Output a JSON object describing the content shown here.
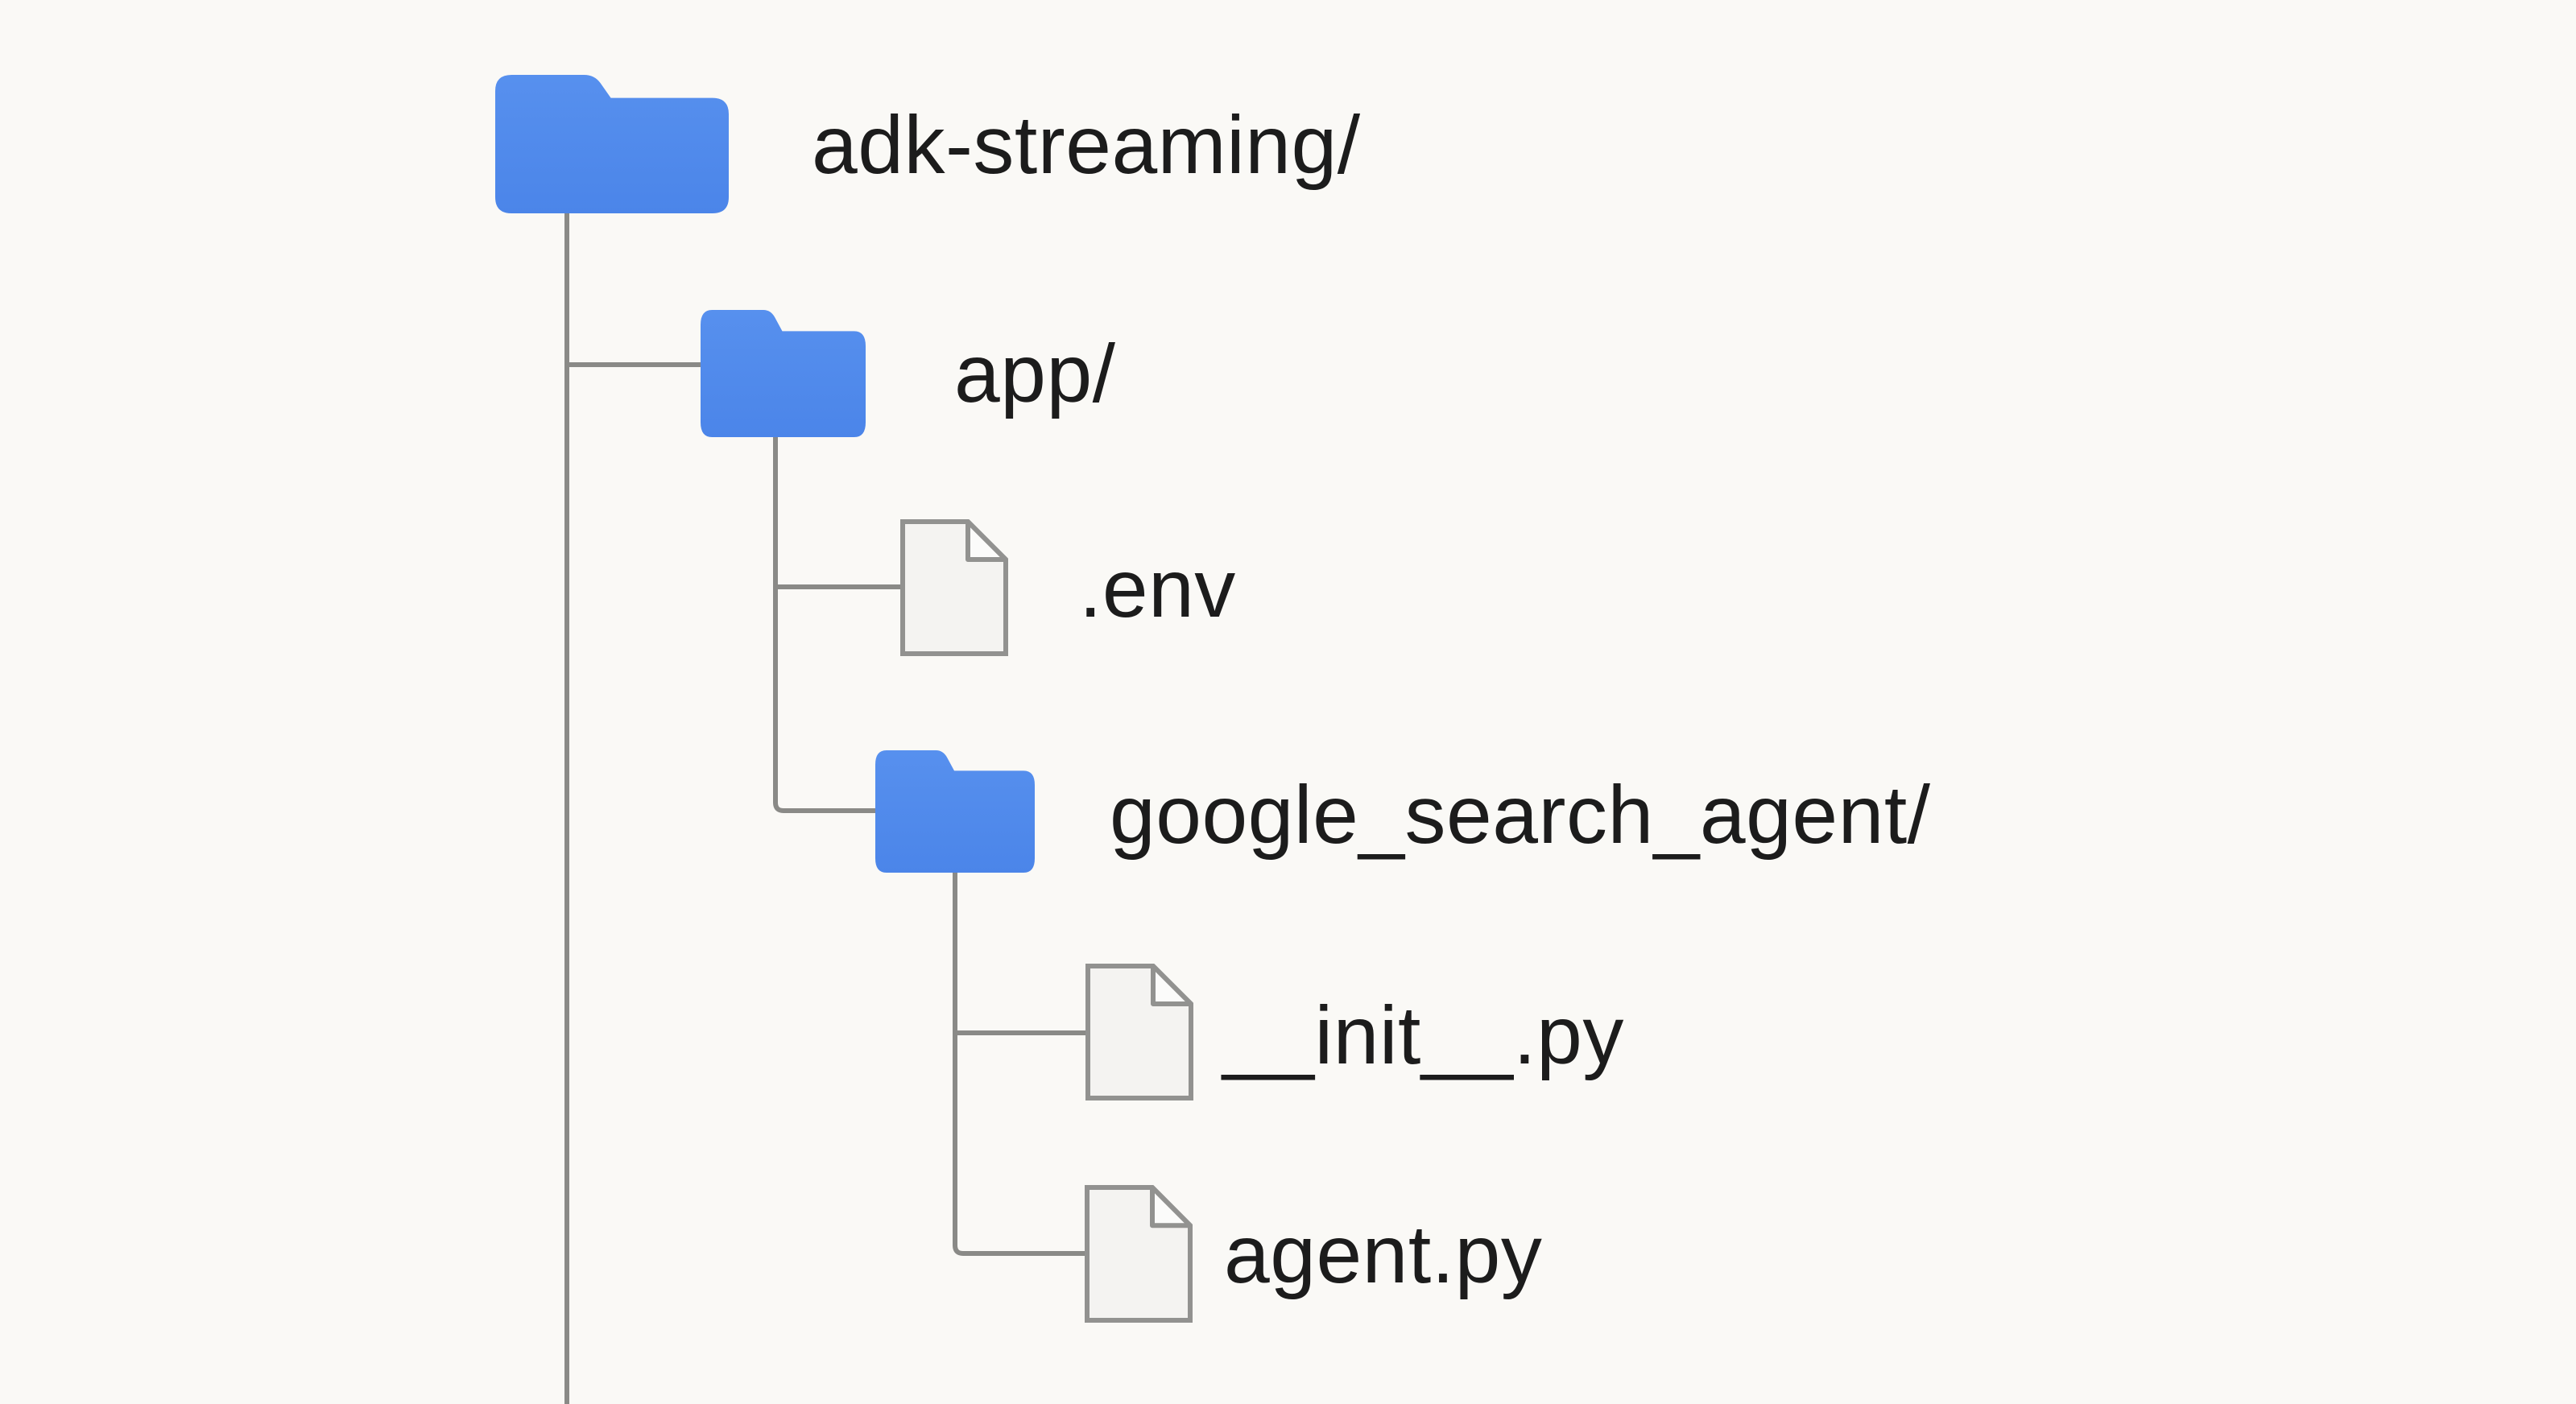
{
  "colors": {
    "background": "#FAF9F6",
    "folder_blue": "#4B85E9",
    "folder_blue_light": "#5790EE",
    "connector_gray": "#8A8A87",
    "file_fill": "#F4F3F1",
    "file_fold_fill": "#FBFBFA",
    "file_border": "#929290",
    "text": "#1C1C1C"
  },
  "tree": {
    "label": "adk-streaming/",
    "type": "folder",
    "children": [
      {
        "label": "app/",
        "type": "folder",
        "children": [
          {
            "label": ".env",
            "type": "file"
          },
          {
            "label": "google_search_agent/",
            "type": "folder",
            "children": [
              {
                "label": "__init__.py",
                "type": "file"
              },
              {
                "label": "agent.py",
                "type": "file"
              }
            ]
          }
        ]
      }
    ]
  }
}
